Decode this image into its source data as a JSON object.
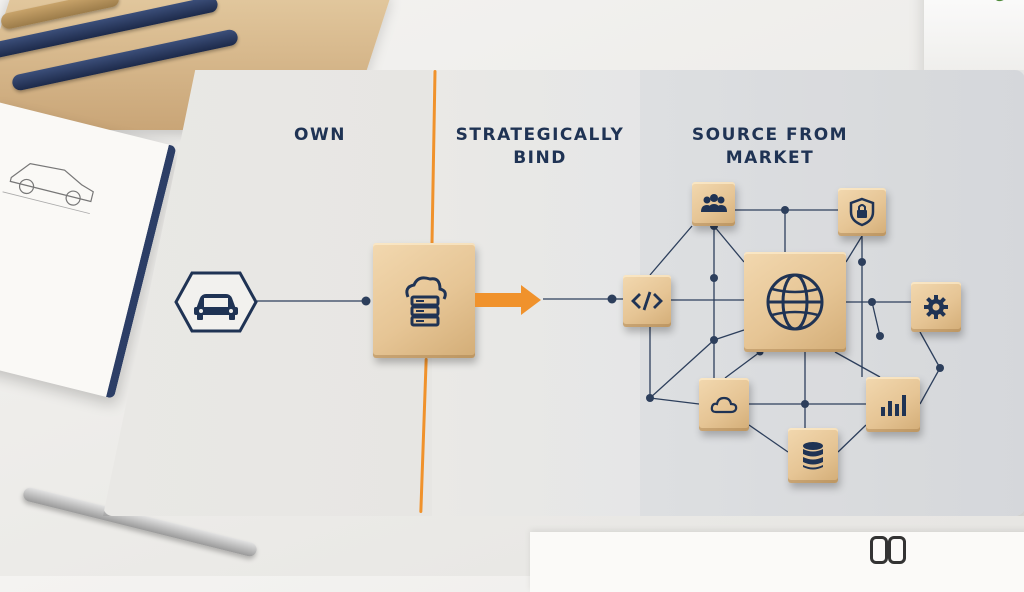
{
  "columns": {
    "own": "OWN",
    "bind": [
      "STRATEGICALLY",
      "BIND"
    ],
    "source": [
      "SOURCE FROM",
      "MARKET"
    ]
  },
  "colors": {
    "accent": "#f0922c",
    "navy": "#1f3354",
    "wood": "#e6c595"
  },
  "icons": {
    "own_block": "car-icon",
    "bind_block": "cloud-server-icon",
    "hub": "globe-icon",
    "satellites": [
      "people-icon",
      "shield-lock-icon",
      "code-icon",
      "gear-icon",
      "cloud-icon",
      "bar-chart-icon",
      "database-icon"
    ]
  }
}
